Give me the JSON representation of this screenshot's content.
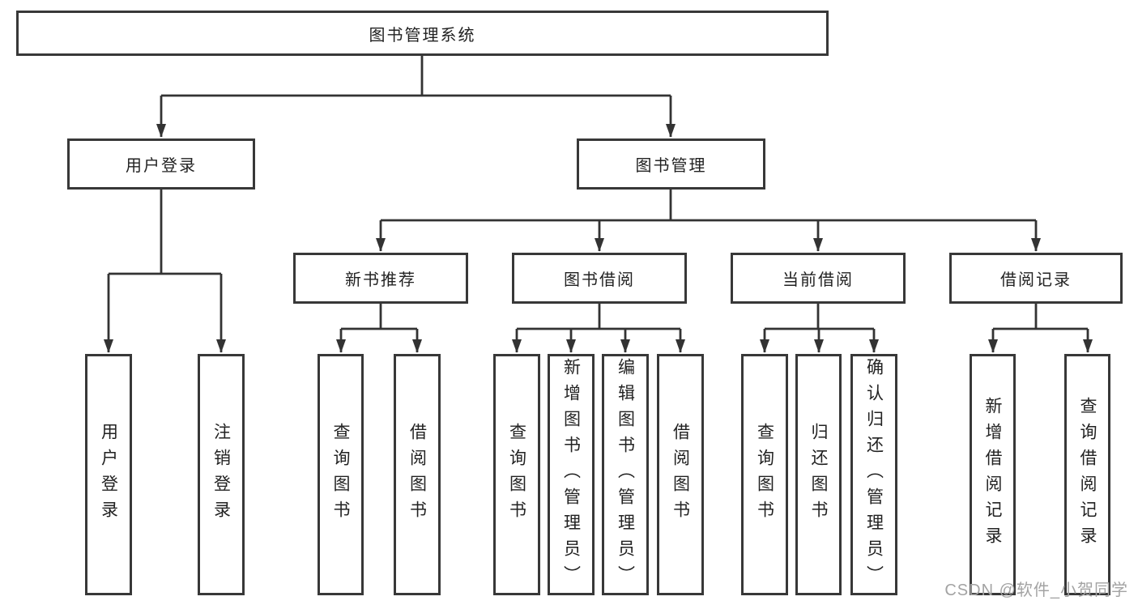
{
  "tree": {
    "label": "图书管理系统",
    "children": [
      {
        "label": "用户登录",
        "children": [
          {
            "label": "用户登录"
          },
          {
            "label": "注销登录"
          }
        ]
      },
      {
        "label": "图书管理",
        "children": [
          {
            "label": "新书推荐",
            "children": [
              {
                "label": "查询图书"
              },
              {
                "label": "借阅图书"
              }
            ]
          },
          {
            "label": "图书借阅",
            "children": [
              {
                "label": "查询图书"
              },
              {
                "label": "新增图书（管理员）"
              },
              {
                "label": "编辑图书（管理员）"
              },
              {
                "label": "借阅图书"
              }
            ]
          },
          {
            "label": "当前借阅",
            "children": [
              {
                "label": "查询图书"
              },
              {
                "label": "归还图书"
              },
              {
                "label": "确认归还（管理员）"
              }
            ]
          },
          {
            "label": "借阅记录",
            "children": [
              {
                "label": "新增借阅记录"
              },
              {
                "label": "查询借阅记录"
              }
            ]
          }
        ]
      }
    ]
  },
  "watermark": {
    "text": "CSDN @软件_小贺同学"
  },
  "colors": {
    "line": "#333333",
    "box_border": "#383838",
    "text": "#222222",
    "watermark": "#a3a3a3",
    "background": "#ffffff"
  }
}
